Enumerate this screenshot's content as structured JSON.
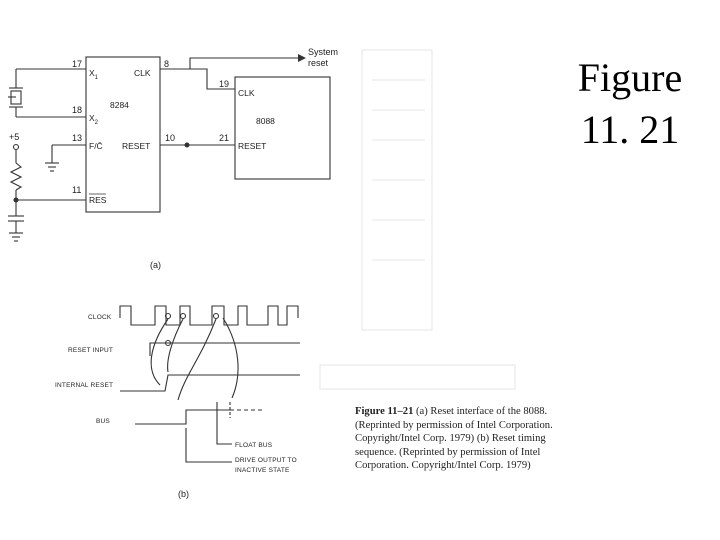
{
  "slide": {
    "title_line1": "Figure",
    "title_line2": "11. 21"
  },
  "part_a": {
    "chip1": {
      "name": "8284",
      "x1": "X",
      "x1_sub": "1",
      "x2": "X",
      "x2_sub": "2",
      "clk": "CLK",
      "fc": "F/C̄",
      "reset": "RESET",
      "res": "RES"
    },
    "chip2": {
      "name": "8088",
      "clk": "CLK",
      "reset": "RESET"
    },
    "pins": {
      "p17": "17",
      "p18": "18",
      "p13": "13",
      "p11": "11",
      "p8": "8",
      "p10": "10",
      "p19": "19",
      "p21": "21"
    },
    "supply": "+5",
    "system_reset_line1": "System",
    "system_reset_line2": "reset",
    "label": "(a)"
  },
  "part_b": {
    "clock": "CLOCK",
    "reset_input": "RESET INPUT",
    "internal_reset": "INTERNAL RESET",
    "bus": "BUS",
    "float_bus": "FLOAT BUS",
    "drive_output_line1": "DRIVE OUTPUT TO",
    "drive_output_line2": "INACTIVE STATE",
    "label": "(b)"
  },
  "caption": {
    "bold": "Figure 11–21",
    "text": " (a) Reset interface of the 8088. (Reprinted by permission of Intel Corporation. Copyright/Intel Corp. 1979) (b) Reset timing sequence. (Reprinted by permission of Intel Corporation. Copyright/Intel Corp. 1979)"
  }
}
